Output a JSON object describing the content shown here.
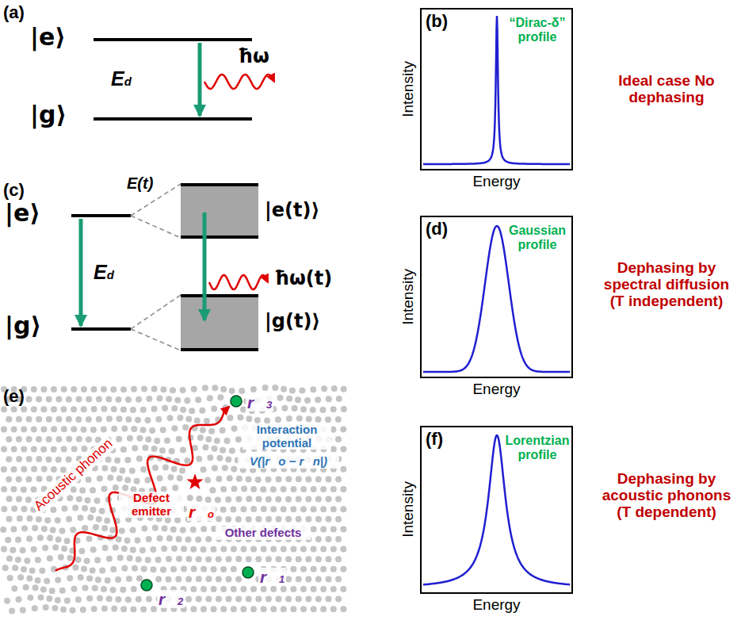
{
  "diagram": {
    "nodes": [
      {
        "text": [
          "(b)",
          "“Dirac-δ” profile"
        ]
      },
      {
        "text": [
          "(d)",
          "Gaussian profile"
        ]
      },
      {
        "text": [
          "(f)",
          "Lorentzian profile"
        ]
      }
    ],
    "labels": [
      "(a)",
      "|e⟩",
      "|g⟩",
      "Ed",
      "ħω",
      "Ideal case No dephasing",
      "(c)",
      "|e⟩",
      "|g⟩",
      "Ed",
      "E(t)",
      "|e(t)⟩",
      "|g(t)⟩",
      "ħω(t)",
      "Dephasing by spectral diffusion (T independent)",
      "(e)",
      "Acoustic phonon",
      "Defect emitter",
      "r⃗o",
      "Interaction potential",
      "V(|r⃗o − r⃗n|)",
      "Other defects",
      "r⃗1",
      "r⃗2",
      "r⃗3",
      "Dephasing by acoustic phonons (T dependent)",
      "Intensity",
      "Energy",
      "Intensity",
      "Energy",
      "Intensity",
      "Energy"
    ]
  }
}
